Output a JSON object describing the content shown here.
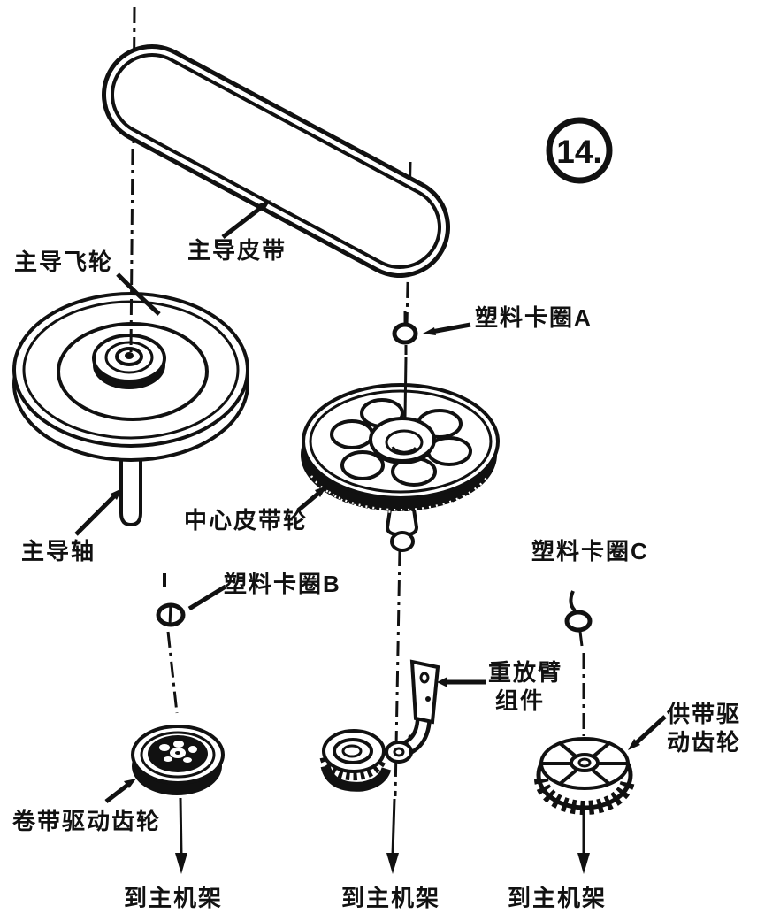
{
  "figure": {
    "number": "14."
  },
  "colors": {
    "ink": "#111111",
    "paper": "#ffffff"
  },
  "labels": {
    "flywheel": "主导飞轮",
    "belt": "主导皮带",
    "clip_a": "塑料卡圈A",
    "center_pulley": "中心皮带轮",
    "capstan_shaft": "主导轴",
    "clip_b": "塑料卡圈B",
    "clip_c": "塑料卡圈C",
    "playback_arm_l1": "重放臂",
    "playback_arm_l2": "组件",
    "supply_gear_l1": "供带驱",
    "supply_gear_l2": "动齿轮",
    "takeup_gear": "卷带驱动齿轮",
    "to_chassis_1": "到主机架",
    "to_chassis_2": "到主机架",
    "to_chassis_3": "到主机架"
  }
}
